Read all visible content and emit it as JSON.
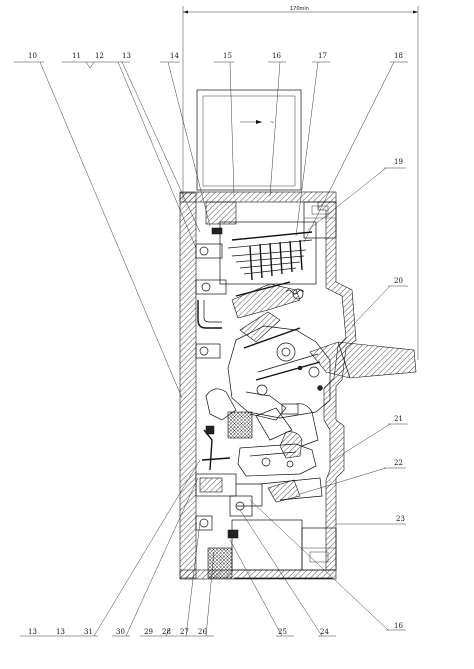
{
  "drawing": {
    "dimension_label": "170min",
    "callouts_top": [
      "10",
      "11",
      "12",
      "13",
      "14",
      "15",
      "16",
      "17",
      "18",
      "19"
    ],
    "callouts_right": [
      "20",
      "21",
      "22",
      "23"
    ],
    "callouts_bottom": [
      "13",
      "13",
      "31",
      "30",
      "29",
      "28",
      "27",
      "26",
      "25",
      "24",
      "16"
    ]
  }
}
